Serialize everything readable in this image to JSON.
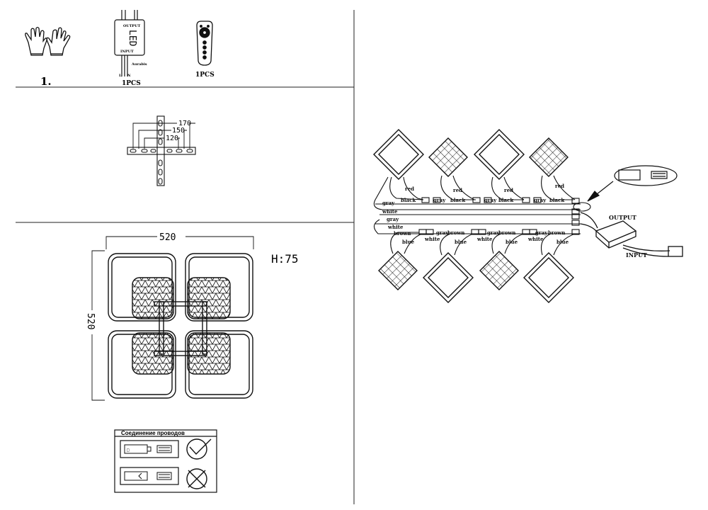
{
  "panel_kit": {
    "step_number": "1.",
    "driver_qty": "1PCS",
    "remote_qty": "1PCS",
    "driver_output_label": "OUTPUT",
    "driver_led_label": "LED",
    "driver_input_label": "INPUT",
    "driver_brand_label": "Aurabis",
    "driver_terminal_l": "L",
    "driver_terminal_n": "N"
  },
  "panel_bracket": {
    "dim_outer": "170",
    "dim_middle": "150",
    "dim_inner": "120"
  },
  "panel_dimensions": {
    "width_label": "520",
    "height_label": "520",
    "depth_label": "H:75"
  },
  "panel_connection": {
    "title": "Соединение проводов"
  },
  "wiring": {
    "top_pair_colors": [
      "red",
      "black",
      "gray",
      "black",
      "red",
      "black",
      "gray",
      "black",
      "red"
    ],
    "top_labels": {
      "red": "red",
      "black": "black",
      "gray": "gray",
      "white": "white"
    },
    "bottom_labels": {
      "brown": "brown",
      "blue": "blue",
      "white": "white",
      "gray": "gray"
    },
    "output_label": "OUTPUT",
    "input_label": "INPUT"
  },
  "colors": {
    "line": "#111111",
    "background": "#ffffff"
  }
}
